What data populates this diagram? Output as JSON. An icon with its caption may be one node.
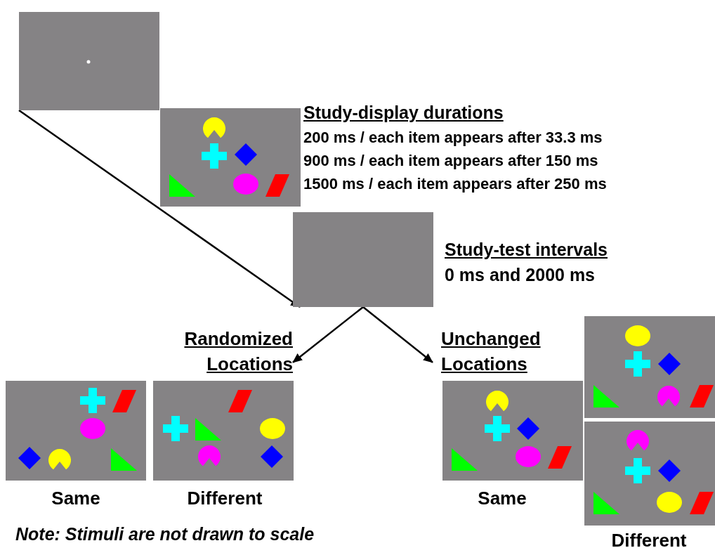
{
  "diagram": {
    "nodes": [
      {
        "text": [],
        "shape": "picture"
      },
      {
        "text": [],
        "shape": "picture",
        "beside": [
          "Study-display durations",
          "200 ms / each item appears after 33.3 ms",
          "900 ms / each item appears after 150 ms",
          "1500 ms / each item appears after 250 ms"
        ]
      },
      {
        "text": [],
        "shape": "box",
        "beside": [
          "Study-test intervals",
          "0 ms and 2000 ms"
        ]
      },
      {
        "text": [
          "Randomized Locations"
        ]
      },
      {
        "text": [
          "Unchanged Locations"
        ]
      },
      {
        "text": [],
        "shape": "picture",
        "beside": [
          "Same"
        ]
      },
      {
        "text": [],
        "shape": "picture",
        "beside": [
          "Different"
        ]
      },
      {
        "text": [],
        "shape": "picture",
        "beside": [
          "Same"
        ]
      },
      {
        "text": [],
        "shape": "picture"
      },
      {
        "text": [],
        "shape": "picture",
        "beside": [
          "Different"
        ]
      }
    ],
    "edges": [
      {
        "from": 0,
        "to": 2,
        "arrow": "to"
      },
      {
        "from": 2,
        "to": 3,
        "arrow": "to"
      },
      {
        "from": 2,
        "to": 4,
        "arrow": "to"
      }
    ],
    "labels": [
      "Note: Stimuli are not drawn to scale"
    ]
  }
}
